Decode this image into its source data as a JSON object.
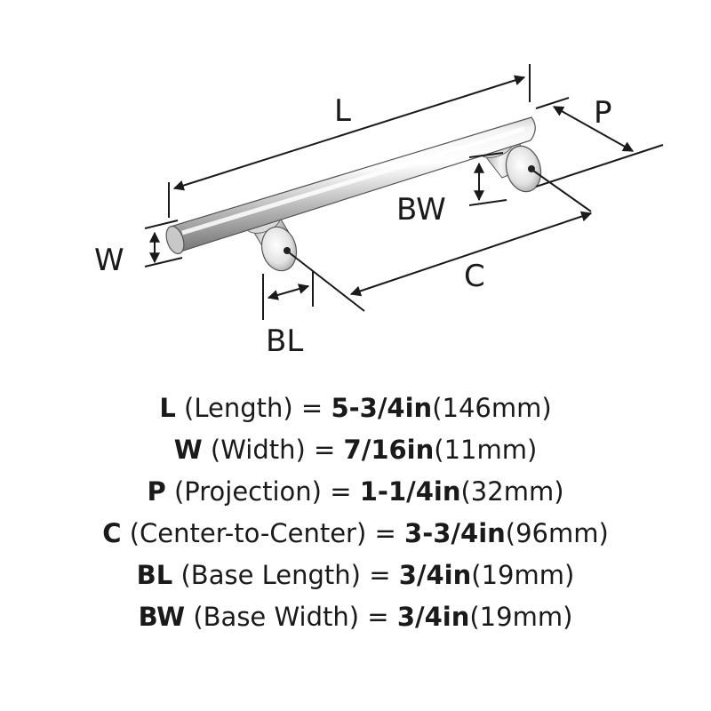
{
  "diagram": {
    "labels": {
      "L": "L",
      "W": "W",
      "P": "P",
      "BW": "BW",
      "C": "C",
      "BL": "BL"
    }
  },
  "specs": [
    {
      "key": "L",
      "desc": " (Length) ",
      "eq": "= ",
      "value": "5-3/4in",
      "metric": "(146mm)"
    },
    {
      "key": "W",
      "desc": " (Width) ",
      "eq": "= ",
      "value": "7/16in",
      "metric": "(11mm)"
    },
    {
      "key": "P",
      "desc": " (Projection) ",
      "eq": "= ",
      "value": "1-1/4in",
      "metric": "(32mm)"
    },
    {
      "key": "C",
      "desc": " (Center-to-Center) ",
      "eq": "= ",
      "value": "3-3/4in",
      "metric": "(96mm)"
    },
    {
      "key": "BL",
      "desc": " (Base Length) ",
      "eq": "= ",
      "value": "3/4in",
      "metric": "(19mm)"
    },
    {
      "key": "BW",
      "desc": " (Base Width) ",
      "eq": "= ",
      "value": "3/4in",
      "metric": "(19mm)"
    }
  ]
}
